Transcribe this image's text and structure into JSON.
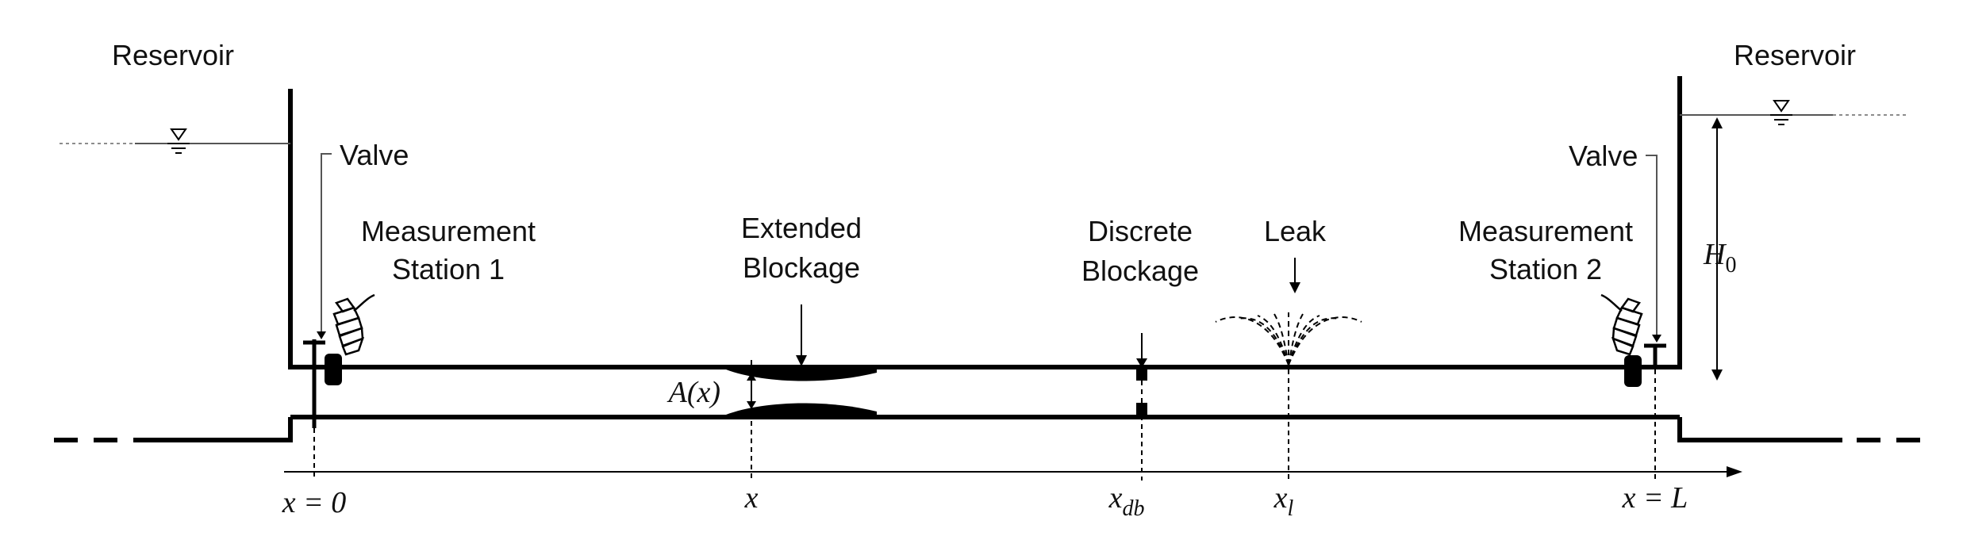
{
  "diagram": {
    "reservoir_left": "Reservoir",
    "reservoir_right": "Reservoir",
    "valve_left": "Valve",
    "valve_right": "Valve",
    "station1_line1": "Measurement",
    "station1_line2": "Station 1",
    "station2_line1": "Measurement",
    "station2_line2": "Station 2",
    "extended_line1": "Extended",
    "extended_line2": "Blockage",
    "discrete_line1": "Discrete",
    "discrete_line2": "Blockage",
    "leak": "Leak",
    "area_label": "A(x)",
    "head": {
      "symbol": "H",
      "sub": "0"
    },
    "axis": {
      "x0": "x = 0",
      "x": "x",
      "xdb": {
        "base": "x",
        "sub": "db"
      },
      "xl": {
        "base": "x",
        "sub": "l"
      },
      "xL": "x = L"
    }
  }
}
